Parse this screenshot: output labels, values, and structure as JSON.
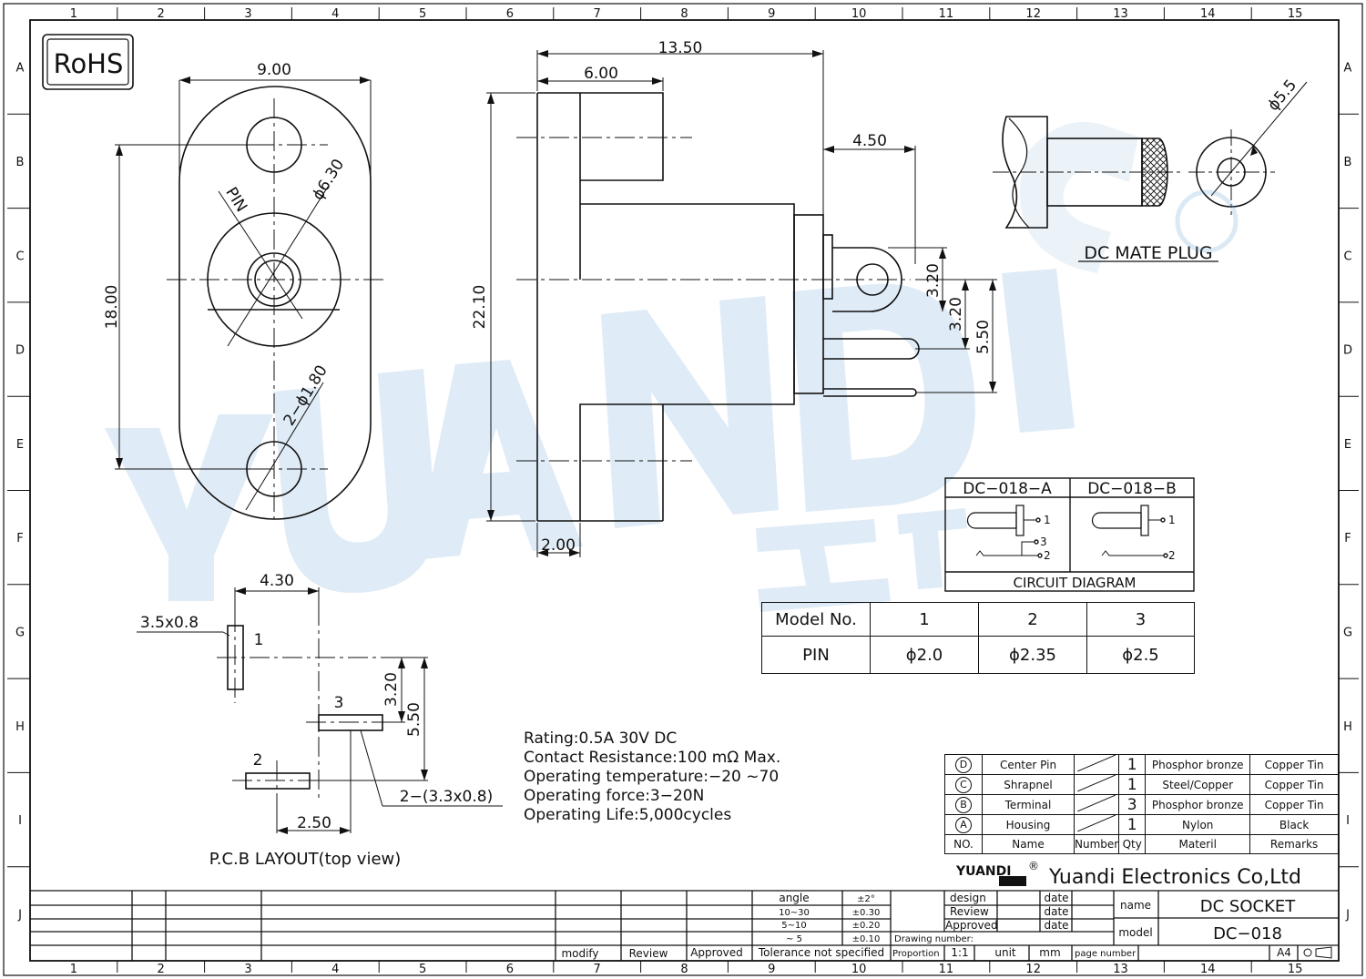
{
  "grid": {
    "columns": [
      "1",
      "2",
      "3",
      "4",
      "5",
      "6",
      "7",
      "8",
      "9",
      "10",
      "11",
      "12",
      "13",
      "14",
      "15"
    ],
    "rows": [
      "A",
      "B",
      "C",
      "D",
      "E",
      "F",
      "G",
      "H",
      "I",
      "J"
    ]
  },
  "rohs": "RoHS",
  "watermark": "YUANDI",
  "front_view": {
    "dim_width": "9.00",
    "dim_height": "18.00",
    "dim_pin_ring": "ϕ6.30",
    "pin_label": "PIN",
    "dim_holes": "2−ϕ1.80"
  },
  "side_view": {
    "dim_total_length": "13.50",
    "dim_front": "6.00",
    "dim_lug": "4.50",
    "dim_height": "22.10",
    "dim_base": "2.00",
    "dim_lug_a": "3.20",
    "dim_lug_b": "3.20",
    "dim_pin_spacing": "5.50"
  },
  "mate_plug": {
    "dim_diameter": "ϕ5.5",
    "label": "DC  MATE  PLUG"
  },
  "circuit": {
    "variant_a": "DC−018−A",
    "variant_b": "DC−018−B",
    "label": "CIRCUIT  DIAGRAM",
    "a_pin1": "1",
    "a_pin2": "2",
    "a_pin3": "3",
    "b_pin1": "1",
    "b_pin2": "2"
  },
  "model_table": {
    "header": [
      "Model  No.",
      "1",
      "2",
      "3"
    ],
    "row": [
      "PIN",
      "ϕ2.0",
      "ϕ2.35",
      "ϕ2.5"
    ]
  },
  "pcb": {
    "dim_x": "4.30",
    "pad1_size": "3.5x0.8",
    "pad1_label": "1",
    "pad3_label": "3",
    "pad2_label": "2",
    "dim_y1": "3.20",
    "dim_y2": "5.50",
    "pad23_size": "2−(3.3x0.8)",
    "dim_x2": "2.50",
    "caption": "P.C.B  LAYOUT(top  view)"
  },
  "specs": [
    "Rating:0.5A  30V  DC",
    "Contact  Resistance:100  mΩ  Max.",
    "Operating  temperature:−20  ~70",
    "Operating  force:3−20N",
    "Operating  Life:5,000cycles"
  ],
  "bom": {
    "rows": [
      {
        "no": "D",
        "name": "Center Pin",
        "qty": "1",
        "material": "Phosphor bronze",
        "remarks": "Copper Tin"
      },
      {
        "no": "C",
        "name": "Shrapnel",
        "qty": "1",
        "material": "Steel/Copper",
        "remarks": "Copper Tin"
      },
      {
        "no": "B",
        "name": "Terminal",
        "qty": "3",
        "material": "Phosphor bronze",
        "remarks": "Copper Tin"
      },
      {
        "no": "A",
        "name": "Housing",
        "qty": "1",
        "material": "Nylon",
        "remarks": "Black"
      }
    ],
    "header": {
      "no": "NO.",
      "name": "Name",
      "number": "Number",
      "qty": "Qty",
      "material": "Materil",
      "remarks": "Remarks"
    }
  },
  "company": {
    "logo": "YUANDI",
    "name": "Yuandi Electronics Co,Ltd"
  },
  "title_block": {
    "design": "design",
    "review": "Review",
    "approved": "Approved",
    "date": "date",
    "name_label": "name",
    "name_value": "DC  SOCKET",
    "model_label": "model",
    "model_value": "DC−018",
    "drawing_number": "Drawing  number:",
    "proportion": "Proportion",
    "scale": "1:1",
    "unit_label": "unit",
    "unit_value": "mm",
    "page_number": "page number",
    "sheet_size": "A4"
  },
  "tolerance": {
    "angle": "angle",
    "angle_tol": "±2°",
    "r1": "10~30",
    "t1": "±0.30",
    "r2": "5~10",
    "t2": "±0.20",
    "r3": "~ 5",
    "t3": "±0.10",
    "footer": "Tolerance  not  specified"
  },
  "revision": {
    "modify": "modify",
    "review": "Review",
    "approved": "Approved"
  }
}
